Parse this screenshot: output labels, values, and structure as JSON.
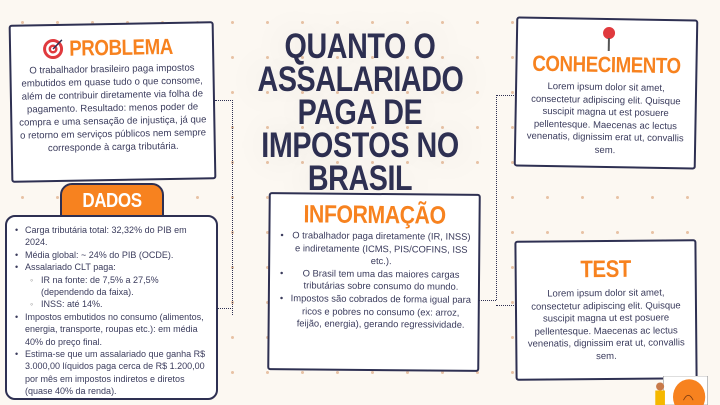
{
  "title": "QUANTO O ASSALARIADO PAGA DE IMPOSTOS NO BRASIL",
  "problema": {
    "heading": "PROBLEMA",
    "icon": "target-icon",
    "text": "O trabalhador brasileiro paga impostos embutidos em quase tudo o que consome, além de contribuir diretamente via folha de pagamento. Resultado: menos poder de compra e uma sensação de injustiça, já que o retorno em serviços públicos nem sempre corresponde à carga tributária."
  },
  "dados": {
    "heading": "DADOS",
    "items": [
      "Carga tributária total: 32,32% do PIB em 2024.",
      "Média global: ~ 24% do PIB (OCDE).",
      "Assalariado CLT paga:",
      "IR na fonte: de 7,5% a 27,5% (dependendo da faixa).",
      "INSS: até 14%.",
      "Impostos embutidos no consumo (alimentos, energia, transporte, roupas etc.): em média 40% do preço final.",
      "Estima-se que um assalariado que ganha R$ 3.000,00 líquidos paga cerca de R$ 1.200,00 por mês em impostos indiretos e diretos (quase 40% da renda)."
    ]
  },
  "informacao": {
    "heading": "INFORMAÇÃO",
    "items": [
      "O trabalhador paga diretamente (IR, INSS) e indiretamente (ICMS, PIS/COFINS, ISS etc.).",
      "O Brasil tem uma das maiores cargas tributárias sobre consumo do mundo.",
      "Impostos são cobrados de forma igual para ricos e pobres no consumo (ex: arroz, feijão, energia), gerando regressividade."
    ]
  },
  "conhecimento": {
    "heading": "CONHECIMENTO",
    "text": "Lorem ipsum dolor sit amet, consectetur adipiscing elit. Quisque suscipit magna ut est posuere pellentesque. Maecenas ac lectus venenatis, dignissim erat ut, convallis sem."
  },
  "test": {
    "heading": "TEST",
    "text": "Lorem ipsum dolor sit amet, consectetur adipiscing elit. Quisque suscipit magna ut est posuere pellentesque. Maecenas ac lectus venenatis, dignissim erat ut, convallis sem."
  },
  "colors": {
    "accent": "#f7821f",
    "ink": "#2e3052",
    "bg": "#fcf8f2"
  }
}
